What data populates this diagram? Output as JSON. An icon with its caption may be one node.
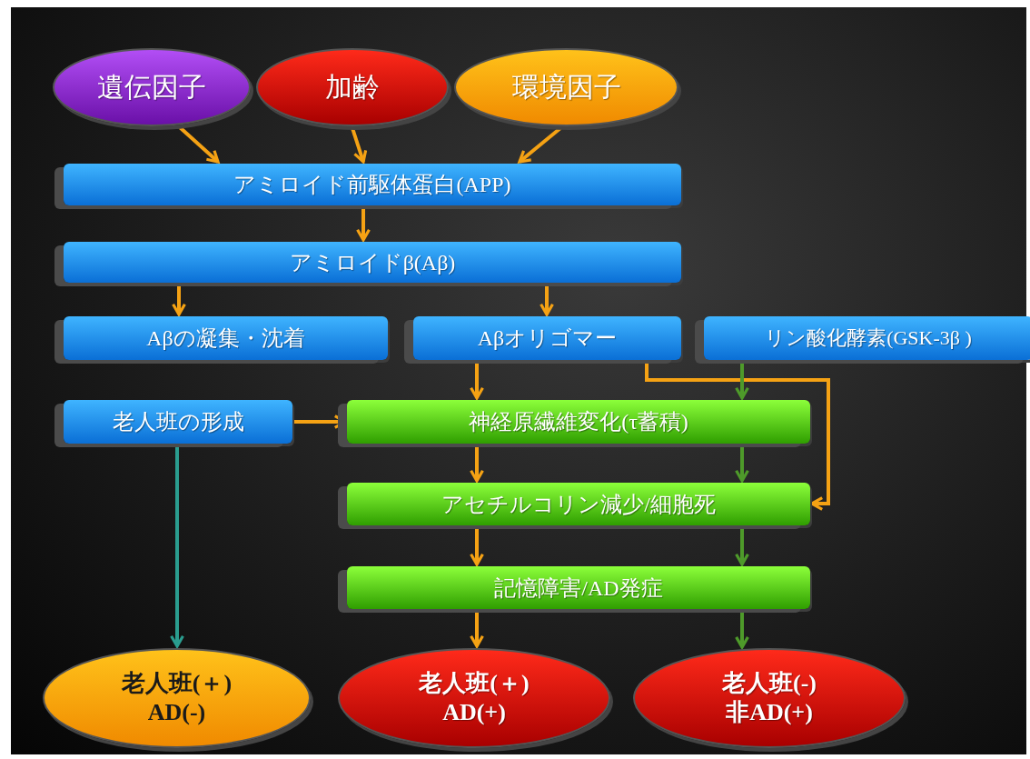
{
  "diagram": {
    "nodes": [
      {
        "text": [
          "遺伝因子"
        ]
      },
      {
        "text": [
          "加齢"
        ]
      },
      {
        "text": [
          "環境因子"
        ]
      },
      {
        "text": [
          "アミロイド前駆体蛋白(APP)"
        ]
      },
      {
        "text": [
          "アミロイドβ(Aβ)"
        ]
      },
      {
        "text": [
          "Aβの凝集・沈着"
        ]
      },
      {
        "text": [
          "Aβオリゴマー"
        ]
      },
      {
        "text": [
          "リン酸化酵素(GSK-3β )"
        ]
      },
      {
        "text": [
          "老人班の形成"
        ]
      },
      {
        "text": [
          "神経原繊維変化(τ蓄積)"
        ]
      },
      {
        "text": [
          "アセチルコリン減少/細胞死"
        ]
      },
      {
        "text": [
          "記憶障害/AD発症"
        ]
      },
      {
        "text": [
          "老人班(＋)",
          "AD(-)"
        ]
      },
      {
        "text": [
          "老人班(＋)",
          "AD(+)"
        ]
      },
      {
        "text": [
          "老人班(-)",
          "非AD(+)"
        ]
      }
    ],
    "edges": [
      {
        "from": 0,
        "to": 3,
        "arrow": "to"
      },
      {
        "from": 1,
        "to": 3,
        "arrow": "to"
      },
      {
        "from": 2,
        "to": 3,
        "arrow": "to"
      },
      {
        "from": 3,
        "to": 4,
        "arrow": "to"
      },
      {
        "from": 4,
        "to": 5,
        "arrow": "to"
      },
      {
        "from": 4,
        "to": 6,
        "arrow": "to"
      },
      {
        "from": 6,
        "to": 9,
        "arrow": "to"
      },
      {
        "from": 6,
        "to": 10,
        "arrow": "to"
      },
      {
        "from": 7,
        "to": 9,
        "arrow": "to",
        "color": "#4e9a2a"
      },
      {
        "from": 8,
        "to": 9,
        "arrow": "to"
      },
      {
        "from": 8,
        "to": 12,
        "arrow": "to",
        "color": "#2a9d8f"
      },
      {
        "from": 9,
        "to": 10,
        "arrow": "to"
      },
      {
        "from": 9,
        "to": 10,
        "arrow": "to",
        "color": "#4e9a2a"
      },
      {
        "from": 10,
        "to": 11,
        "arrow": "to"
      },
      {
        "from": 10,
        "to": 11,
        "arrow": "to",
        "color": "#4e9a2a"
      },
      {
        "from": 11,
        "to": 13,
        "arrow": "to"
      },
      {
        "from": 11,
        "to": 14,
        "arrow": "to",
        "color": "#4e9a2a"
      }
    ]
  }
}
